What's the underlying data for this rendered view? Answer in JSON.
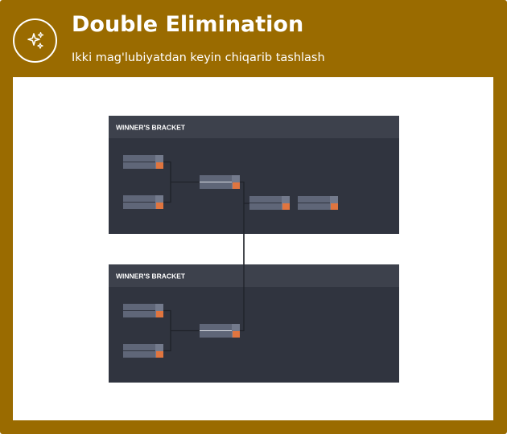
{
  "header": {
    "title": "Double Elimination",
    "subtitle": "Ikki mag'lubiyatdan keyin chiqarib tashlash",
    "icon": "sparkles-icon"
  },
  "colors": {
    "frame": "#9a6b00",
    "bracket_bg": "#30343f",
    "bracket_header": "#3d414c",
    "slot": "#5f6678",
    "slot_score": "#737a8c",
    "accent": "#e0753f",
    "line": "#1f2229"
  },
  "brackets": [
    {
      "label": "WINNER'S BRACKET"
    },
    {
      "label": "WINNER'S BRACKET"
    }
  ]
}
